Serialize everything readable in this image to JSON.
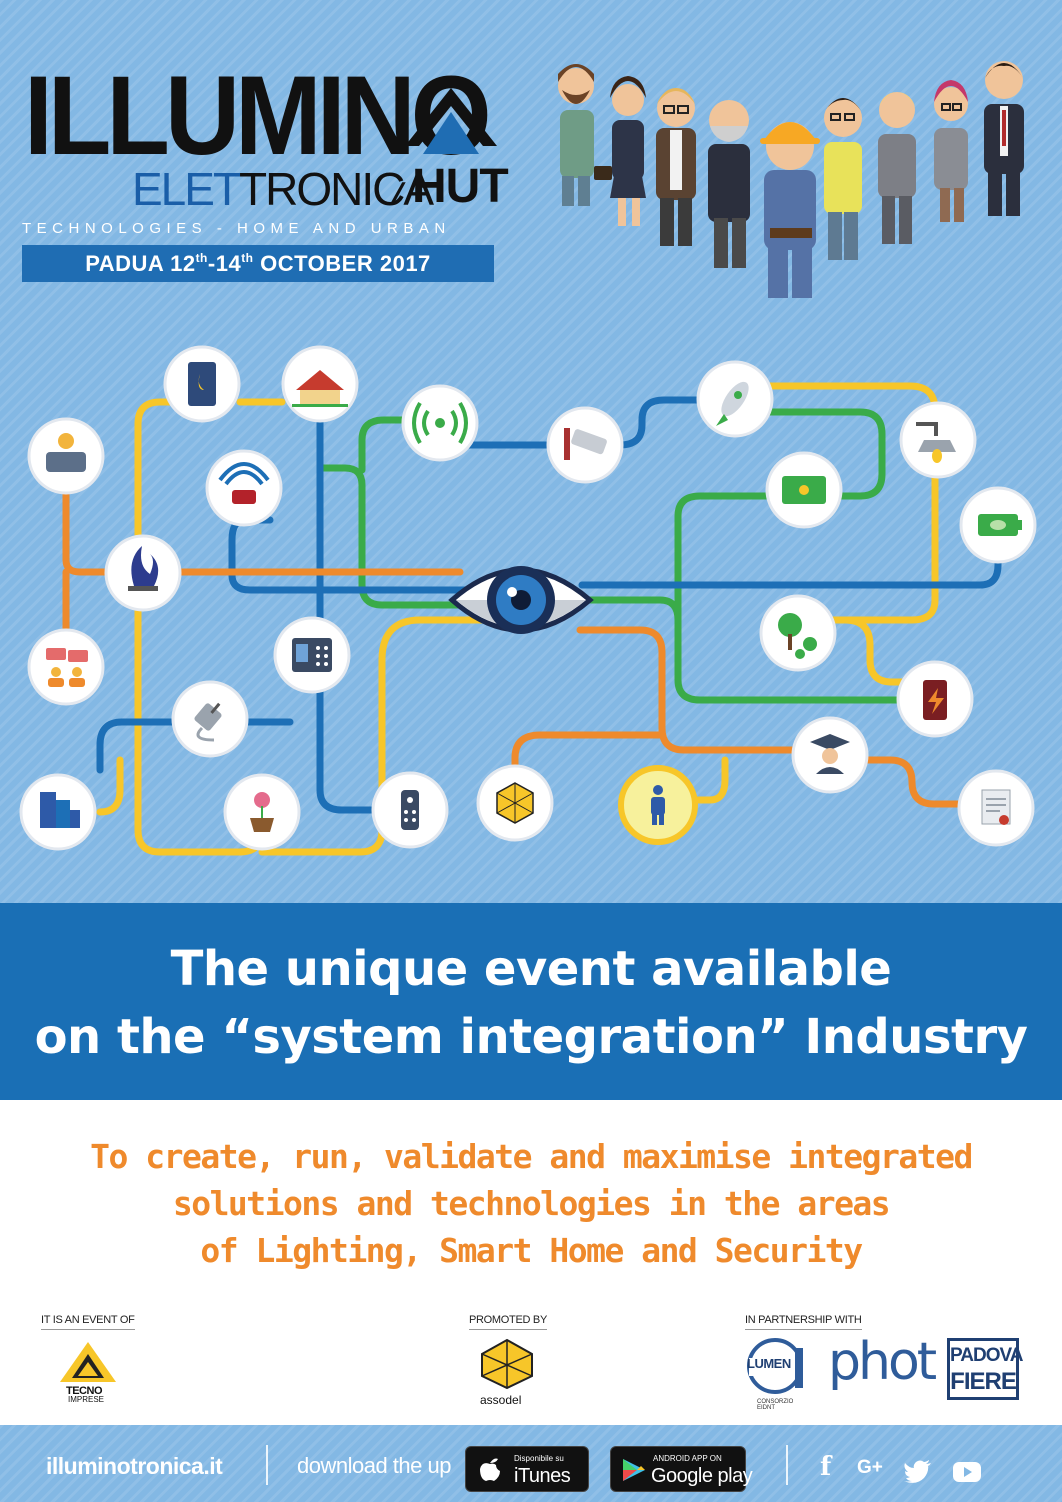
{
  "header": {
    "logo_main": "ILLUMINO",
    "logo_sub_colored": "ELET",
    "logo_sub_dark": "TRONICA",
    "logo_slash": "/",
    "logo_hut": "HUT",
    "tagline": "TECHNOLOGIES - HOME AND URBAN",
    "dates_city": "PADUA 12",
    "dates_sup1": "th",
    "dates_mid": "-14",
    "dates_sup2": "th",
    "dates_rest": " OCTOBER 2017"
  },
  "colors": {
    "background_blue": "#83b8e4",
    "band_blue": "#1a6fb5",
    "accent_orange": "#ef8a2c",
    "line_yellow": "#f7c629",
    "line_green": "#3aab49",
    "line_blue": "#1d6fb6",
    "line_orange": "#ee8a2c"
  },
  "network_icons": [
    "person-lamp-icon",
    "smartphone-icon",
    "house-icon",
    "wifi-signal-icon",
    "alarm-siren-icon",
    "security-camera-icon",
    "rocket-icon",
    "street-lamp-icon",
    "circuit-board-icon",
    "battery-leaf-icon",
    "flame-logo-icon",
    "eye-icon",
    "chat-people-icon",
    "control-panel-icon",
    "trees-icon",
    "battery-icon",
    "plug-icon",
    "graduate-icon",
    "buildings-icon",
    "flower-pot-icon",
    "remote-control-icon",
    "hexagon-logo-icon",
    "man-icon",
    "document-icon"
  ],
  "headline": {
    "line1": "The unique event available",
    "line2": "on the “system integration” Industry"
  },
  "description": {
    "line1": "To create, run, validate and maximise integrated",
    "line2": "solutions and technologies in the areas",
    "line3": "of Lighting, Smart Home and Security"
  },
  "partners": {
    "event_of_title": "IT IS AN EVENT OF",
    "event_of_logo_l1": "TECNO",
    "event_of_logo_l2": "IMPRESE",
    "promoted_title": "PROMOTED BY",
    "promoted_logo": "assodel",
    "partnership_title": "IN PARTNERSHIP WITH",
    "lumen_label": "LUMEN",
    "lumen_sub": "CONSORZIO EIDNT",
    "phot_label": "phot",
    "padova_l1": "PADOVA",
    "padova_l2": "FIERE"
  },
  "footer": {
    "site": "illuminotronica.it",
    "download": "download the up",
    "itunes_small": "Disponibile su",
    "itunes_big": "iTunes",
    "google_small": "ANDROID APP ON",
    "google_big": "Google play",
    "social": [
      "facebook-icon",
      "google-plus-icon",
      "twitter-icon",
      "youtube-icon"
    ],
    "fb": "f",
    "gplus": "G+"
  }
}
